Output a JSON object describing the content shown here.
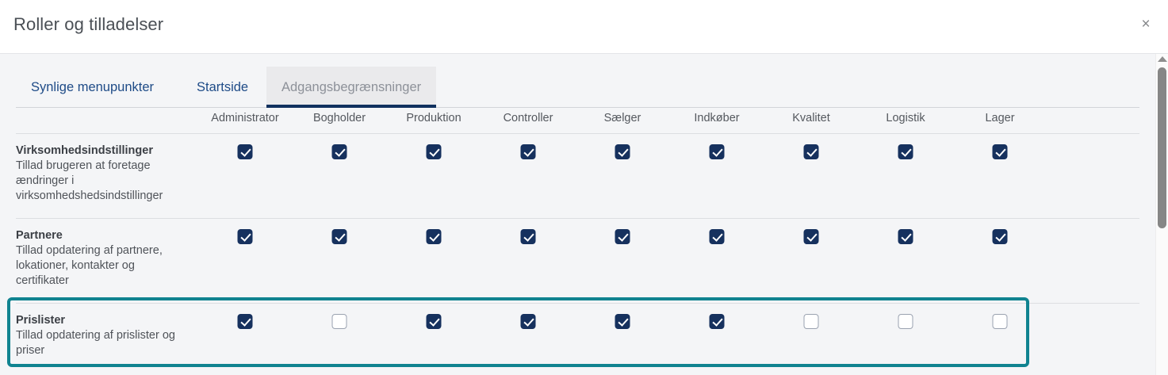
{
  "header": {
    "title": "Roller og tilladelser",
    "close_label": "×"
  },
  "tabs": [
    {
      "label": "Synlige menupunkter",
      "active": false
    },
    {
      "label": "Startside",
      "active": false
    },
    {
      "label": "Adgangsbegrænsninger",
      "active": true
    }
  ],
  "table": {
    "columns": [
      "Administrator",
      "Bogholder",
      "Produktion",
      "Controller",
      "Sælger",
      "Indkøber",
      "Kvalitet",
      "Logistik",
      "Lager"
    ],
    "rows": [
      {
        "title": "Virksomhedsindstillinger",
        "description": "Tillad brugeren at foretage ændringer i virksomhedshedsindstillinger",
        "values": [
          true,
          true,
          true,
          true,
          true,
          true,
          true,
          true,
          true
        ],
        "highlighted": false
      },
      {
        "title": "Partnere",
        "description": "Tillad opdatering af partnere, lokationer, kontakter og certifikater",
        "values": [
          true,
          true,
          true,
          true,
          true,
          true,
          true,
          true,
          true
        ],
        "highlighted": false
      },
      {
        "title": "Prislister",
        "description": "Tillad opdatering af prislister og priser",
        "values": [
          true,
          false,
          true,
          true,
          true,
          true,
          false,
          false,
          false
        ],
        "highlighted": true
      }
    ]
  },
  "colors": {
    "checkbox_checked": "#16315e",
    "tab_active_underline": "#10305e",
    "tab_link": "#1e4b87",
    "highlight_border": "#108390",
    "body_background": "#f4f5f7"
  },
  "scrollbar": {
    "up_arrow_icon": "scroll-up-arrow-icon",
    "thumb_icon": "scrollbar-thumb"
  }
}
